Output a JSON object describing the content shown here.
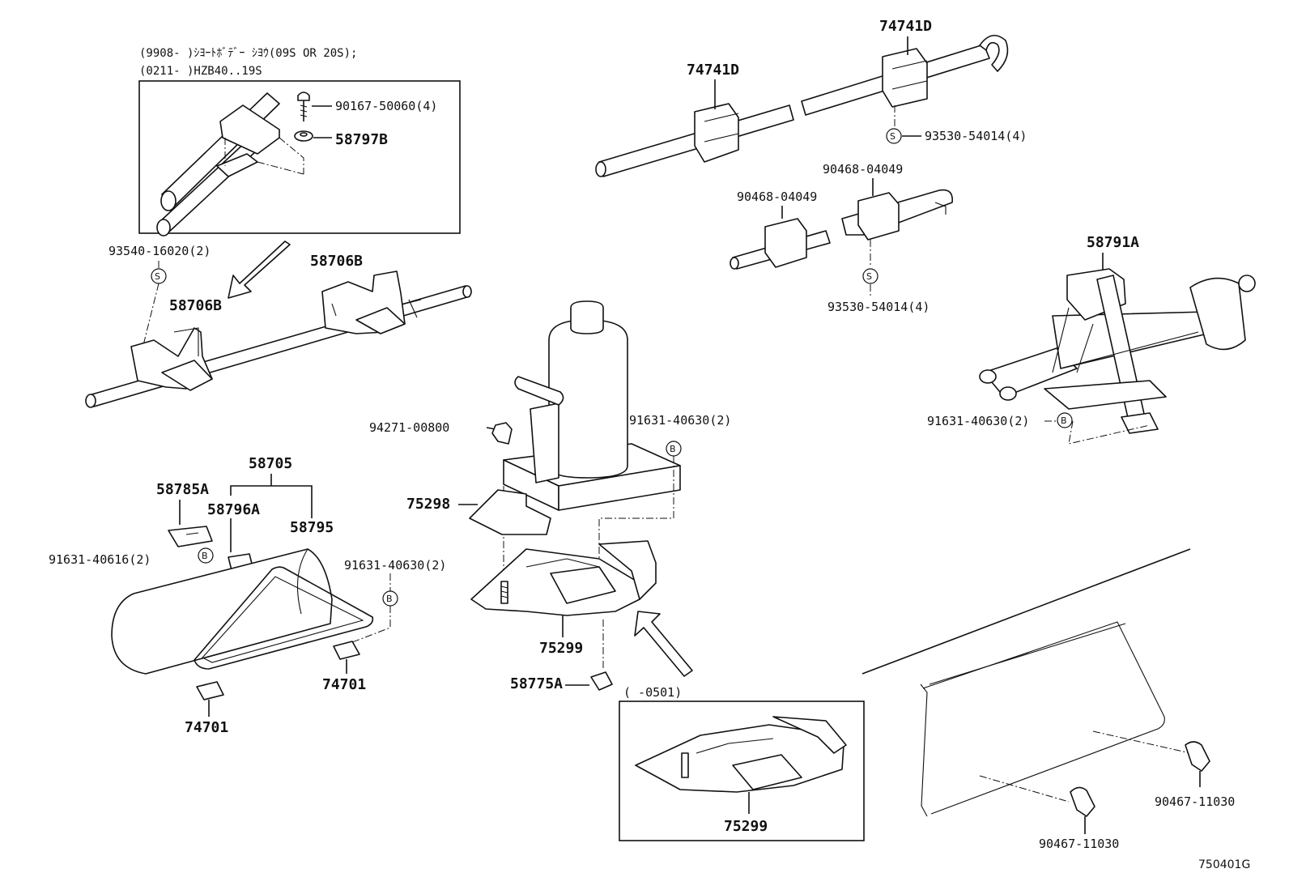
{
  "header_notes": {
    "line1": "(9908-        )ｼﾖｰﾄﾎﾞﾃﾞｰ ｼﾖｳ(09S OR 20S);",
    "line2": "(0211-        )HZB40..19S"
  },
  "symbols": {
    "s": "S",
    "b": "B"
  },
  "labels": {
    "p90167": "90167-50060(4)",
    "p58797B": "58797B",
    "p93540": "93540-16020(2)",
    "p58706B_a": "58706B",
    "p58706B_b": "58706B",
    "p74741D_a": "74741D",
    "p74741D_b": "74741D",
    "p93530_a": "93530-54014(4)",
    "p90468_a": "90468-04049",
    "p90468_b": "90468-04049",
    "p93530_b": "93530-54014(4)",
    "p58791A": "58791A",
    "p91631_jack": "91631-40630(2)",
    "p94271": "94271-00800",
    "p91631_center": "91631-40630(2)",
    "p75298": "75298",
    "p58705": "58705",
    "p58785A": "58785A",
    "p58796A": "58796A",
    "p58795": "58795",
    "p91631_40616": "91631-40616(2)",
    "p91631_left": "91631-40630(2)",
    "p74701_a": "74701",
    "p74701_b": "74701",
    "p75299_a": "75299",
    "p58775A": "58775A",
    "p0501": "(      -0501)",
    "p75299_b": "75299",
    "p90467_a": "90467-11030",
    "p90467_b": "90467-11030",
    "fig": "750401G"
  }
}
